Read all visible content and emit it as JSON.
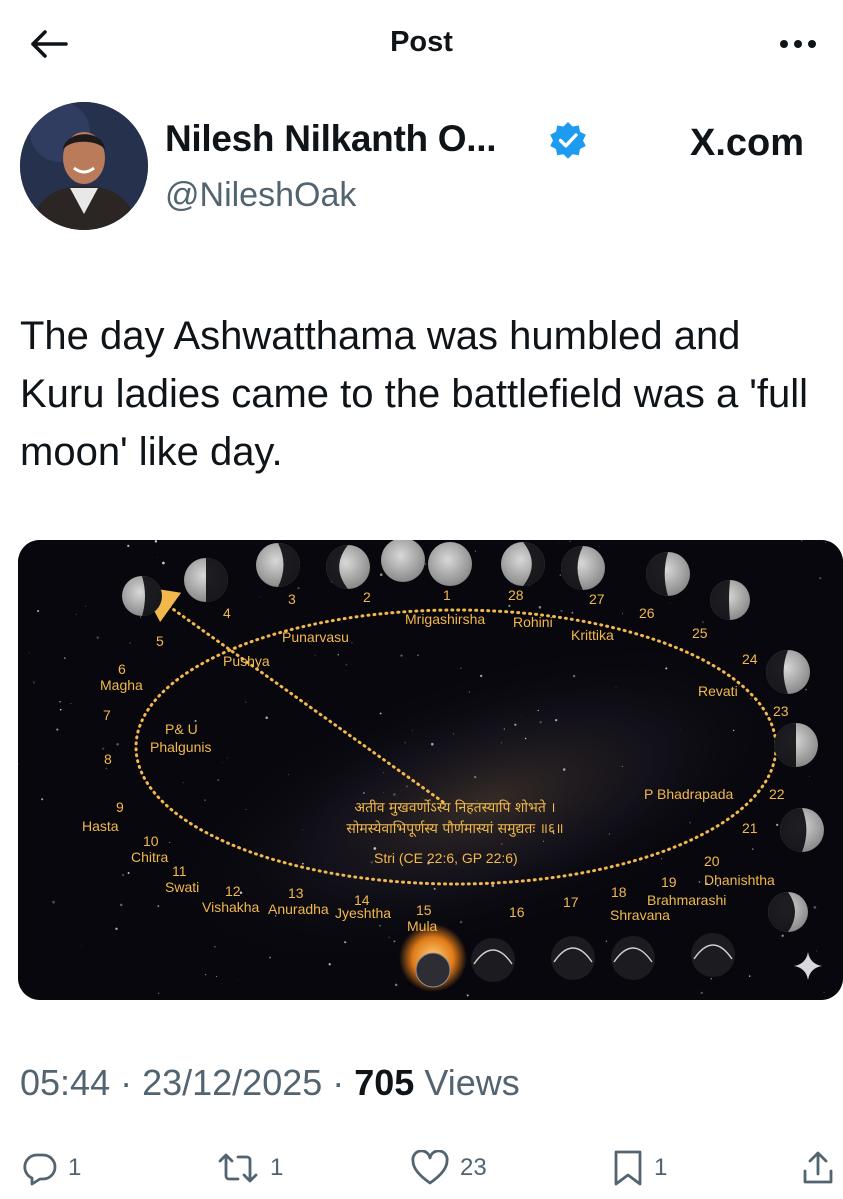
{
  "header": {
    "title": "Post"
  },
  "author": {
    "name": "Nilesh Nilkanth O...",
    "handle": "@NileshOak",
    "source": "X.com"
  },
  "tweet": {
    "text": "The day Ashwatthama was humbled and Kuru ladies came to the battlefield was a 'full moon' like day."
  },
  "figure": {
    "nakshatras": [
      "Mrigashirsha",
      "Rohini",
      "Krittika",
      "Punarvasu",
      "Pushya",
      "Magha",
      "P& U",
      "Phalgunis",
      "Hasta",
      "Chitra",
      "Swati",
      "Vishakha",
      "Anuradha",
      "Jyeshtha",
      "Mula",
      "Shravana",
      "Brahmarashi",
      "Dhanishtha",
      "P Bhadrapada",
      "Revati"
    ],
    "numbers": [
      "1",
      "2",
      "3",
      "4",
      "5",
      "6",
      "7",
      "8",
      "9",
      "10",
      "11",
      "12",
      "13",
      "14",
      "15",
      "16",
      "17",
      "18",
      "19",
      "20",
      "21",
      "22",
      "23",
      "24",
      "25",
      "26",
      "27",
      "28"
    ],
    "verse_line1": "अतीव मुखवर्णोऽस्य निहतस्यापि शोभते ।",
    "verse_line2": "सोमस्येवाभिपूर्णस्य पौर्णमास्यां समुद्यतः ॥६॥",
    "caption": "Stri (CE 22:6, GP 22:6)"
  },
  "meta": {
    "time": "05:44 · 23/12/2025 · ",
    "views_count": "705",
    "views_label": " Views"
  },
  "actions": {
    "replies": "1",
    "reposts": "1",
    "likes": "23",
    "bookmarks": "1"
  },
  "icons": [
    "back-arrow-icon",
    "more-icon",
    "verified-badge-icon",
    "reply-icon",
    "repost-icon",
    "like-icon",
    "bookmark-icon",
    "share-icon",
    "sparkle-icon"
  ],
  "colors": {
    "verified": "#1d9bf0",
    "label": "#f2b84b",
    "secondary": "#536471"
  }
}
